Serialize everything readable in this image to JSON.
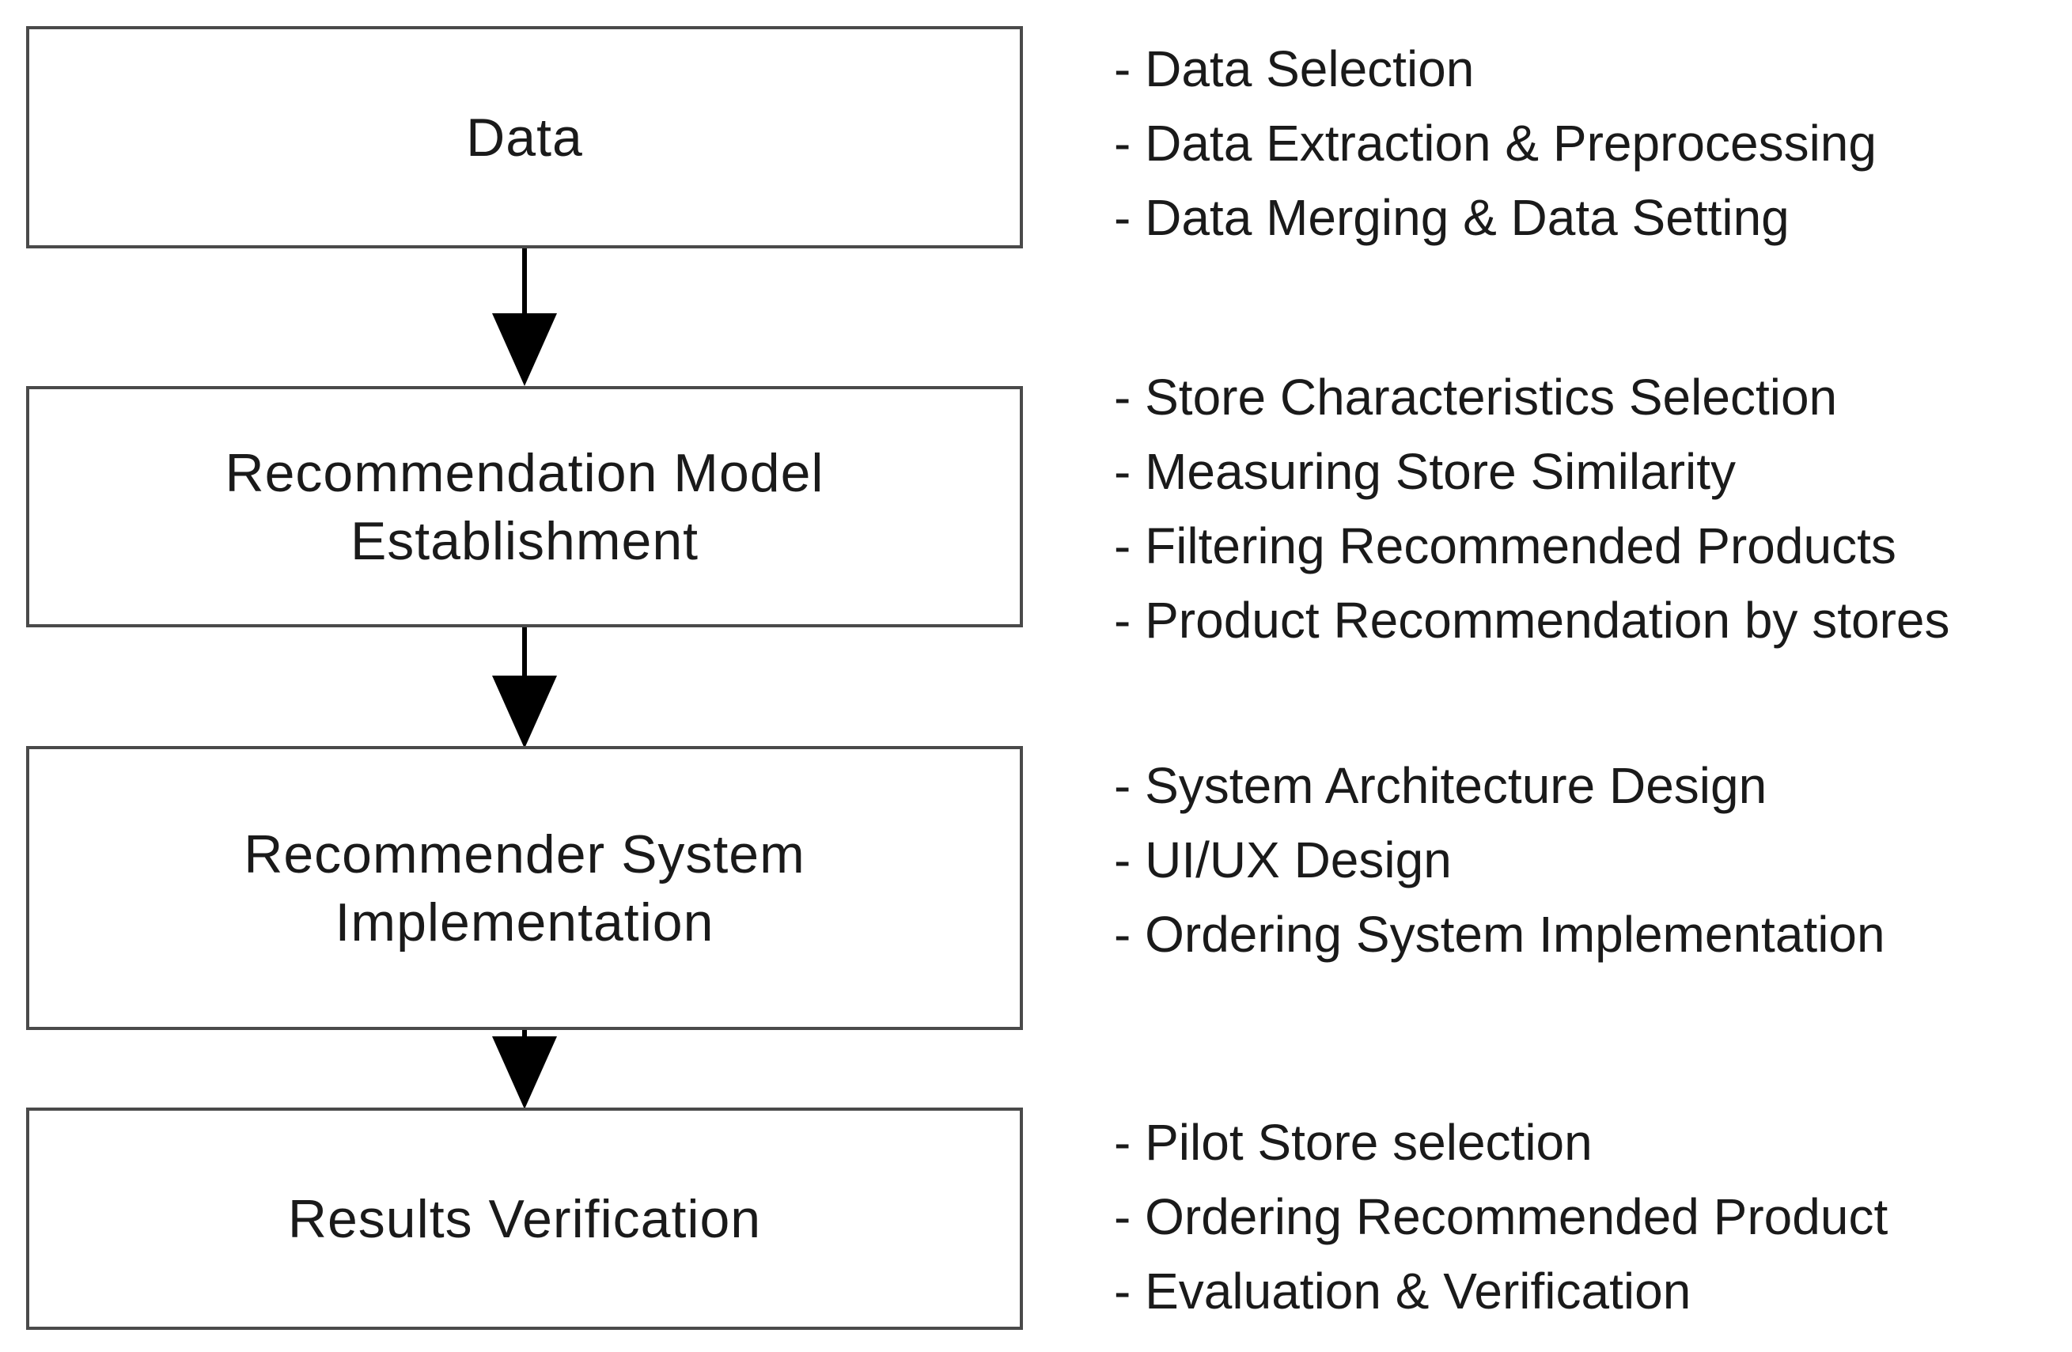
{
  "steps": [
    {
      "title": "Data",
      "bullets": [
        "- Data Selection",
        "- Data Extraction & Preprocessing",
        "- Data Merging & Data Setting"
      ]
    },
    {
      "title": "Recommendation Model\nEstablishment",
      "bullets": [
        "- Store Characteristics Selection",
        "- Measuring Store Similarity",
        "- Filtering Recommended Products",
        "- Product Recommendation by stores"
      ]
    },
    {
      "title": "Recommender System\nImplementation",
      "bullets": [
        "- System Architecture Design",
        "- UI/UX Design",
        "- Ordering System Implementation"
      ]
    },
    {
      "title": "Results Verification",
      "bullets": [
        "- Pilot Store selection",
        "- Ordering Recommended Product",
        "- Evaluation & Verification"
      ]
    }
  ],
  "colors": {
    "box_border": "#4a4a4a",
    "arrow": "#000000",
    "text": "#1a1a1a"
  }
}
